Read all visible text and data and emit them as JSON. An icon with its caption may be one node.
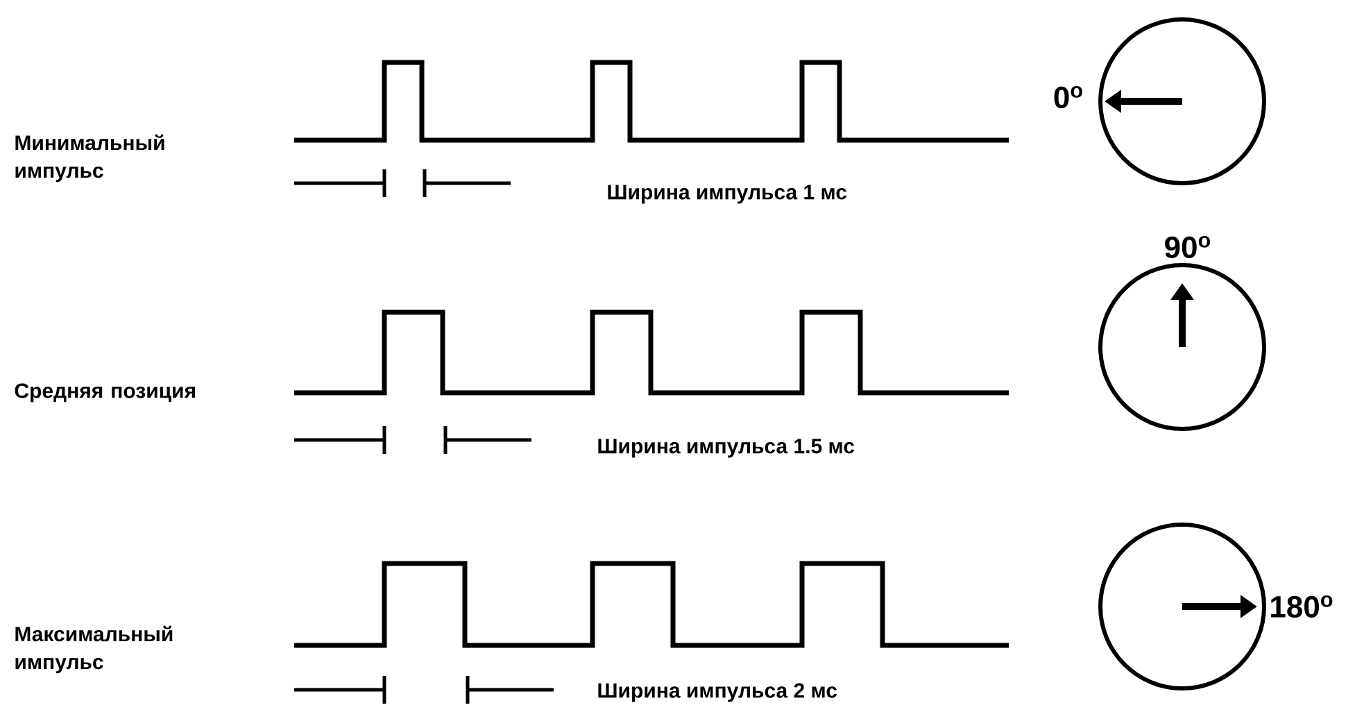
{
  "diagram": {
    "nodes": [
      {
        "text": [
          "0$^{o}$"
        ]
      },
      {
        "text": [
          "90$^{o}$"
        ]
      },
      {
        "text": [
          "180$^{o}$"
        ]
      }
    ],
    "labels": [
      "Минимальный импульс",
      "Ширина импульса 1 мс",
      "Средняя позиция",
      "Ширина импульса 1.5 мс",
      "Максимальный импульс",
      "Ширина импульса 2 мс"
    ]
  }
}
